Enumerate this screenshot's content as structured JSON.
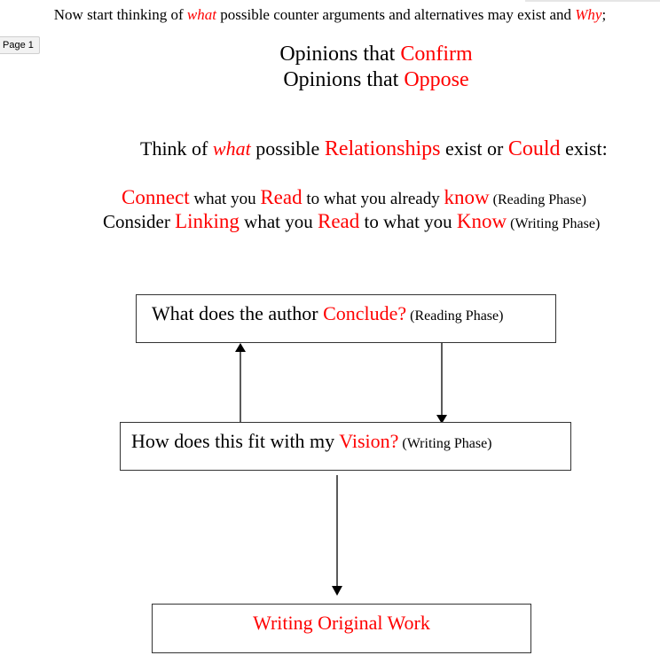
{
  "page_tag": "Page 1",
  "intro": {
    "part1": "Now start thinking of ",
    "what": "what",
    "part2": " possible counter arguments and alternatives may exist and ",
    "why": "Why",
    "part3": ";"
  },
  "opinions": [
    {
      "prefix": "Opinions that ",
      "keyword": "Confirm"
    },
    {
      "prefix": "Opinions that ",
      "keyword": "Oppose"
    }
  ],
  "think": {
    "part1": "Think of ",
    "what": "what",
    "part2": " possible ",
    "relationships": "Relationships",
    "part3": " exist or ",
    "could": "Could",
    "part4": " exist:"
  },
  "connect_line": {
    "connect": "Connect",
    "part1": " what you ",
    "read": "Read",
    "part2": " to what you already ",
    "know": "know",
    "phase": " (Reading Phase)"
  },
  "linking_line": {
    "part1": "Consider ",
    "linking": "Linking",
    "part2": " what you ",
    "read": "Read",
    "part3": " to what you ",
    "know": "Know",
    "phase": " (Writing Phase)"
  },
  "flow": {
    "box1": {
      "text": "What does the author ",
      "keyword": "Conclude?",
      "phase": " (Reading Phase)"
    },
    "box2": {
      "text": "How does this fit with my ",
      "keyword": "Vision?",
      "phase": " (Writing Phase)"
    },
    "box3": {
      "keyword": "Writing Original Work"
    }
  },
  "colors": {
    "accent": "#ff0000",
    "text": "#000000",
    "border": "#333333"
  }
}
